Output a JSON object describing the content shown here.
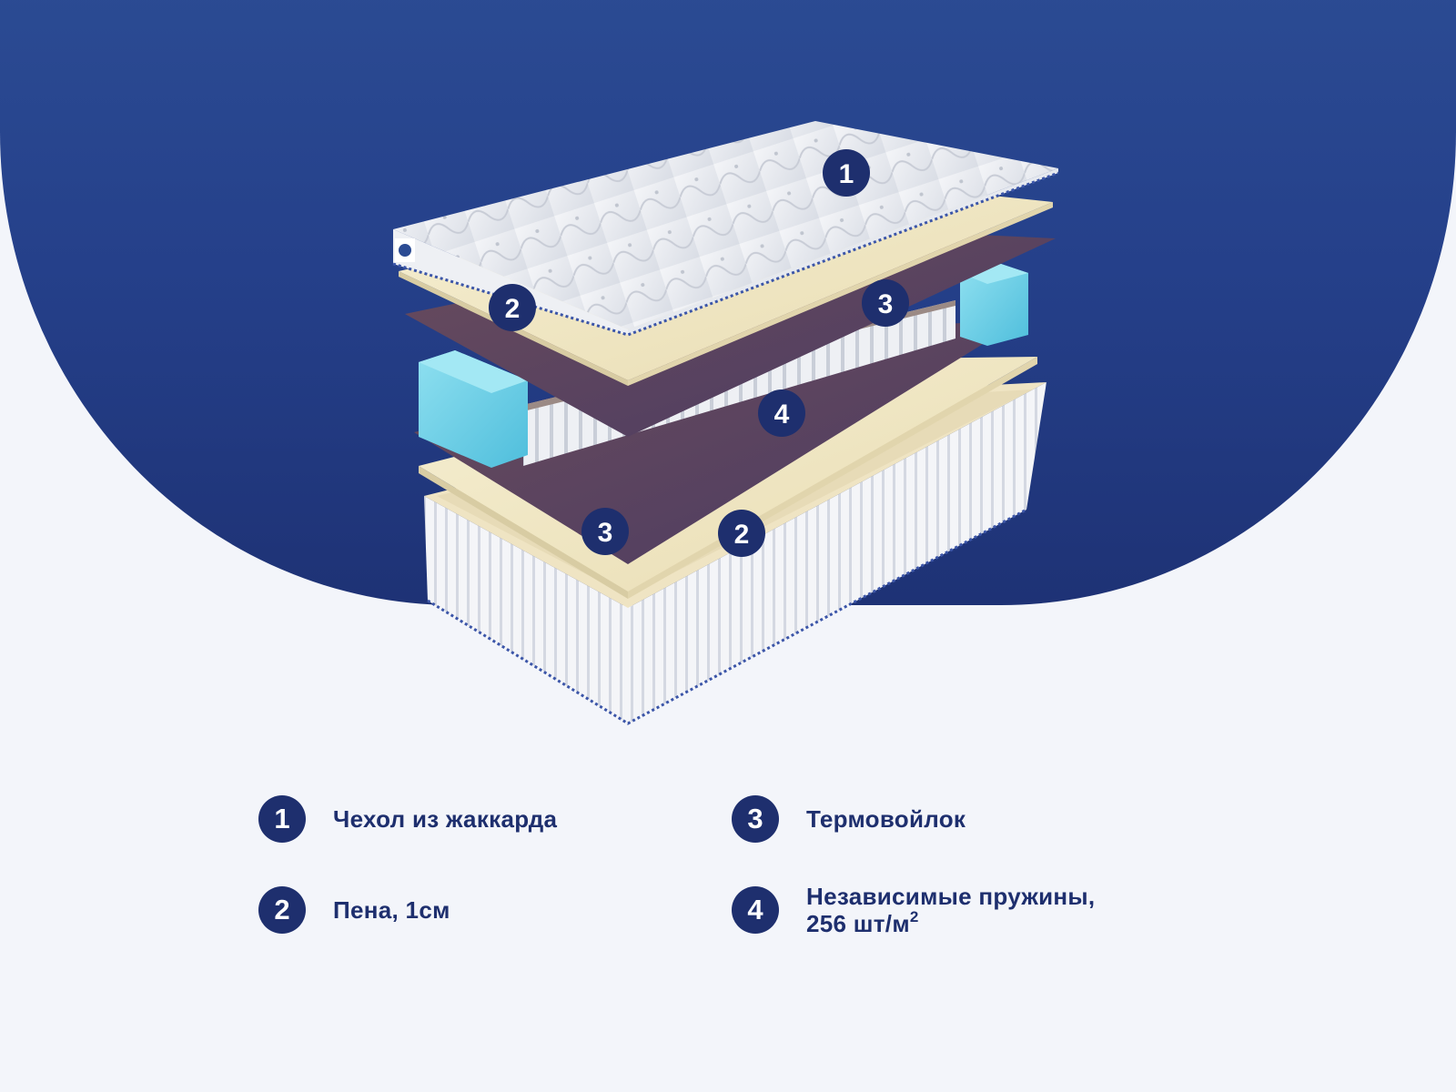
{
  "colors": {
    "hero_background": "#25408a",
    "page_background": "#f3f5fa",
    "badge": "#1e2f6e",
    "badge_text": "#ffffff",
    "legend_text": "#1e2f6e",
    "foam": "#f2e9c6",
    "felt": "#5a4360",
    "gel_foam": "#6fd0e6",
    "cover": "#e9ecf1"
  },
  "illustration": {
    "title": "Mattress layers exploded view",
    "callouts": [
      {
        "number": "1",
        "layer": "cover"
      },
      {
        "number": "2",
        "layer": "foam-top"
      },
      {
        "number": "3",
        "layer": "felt-top"
      },
      {
        "number": "4",
        "layer": "springs"
      },
      {
        "number": "3",
        "layer": "felt-bottom"
      },
      {
        "number": "2",
        "layer": "foam-bottom"
      }
    ]
  },
  "legend": {
    "items": [
      {
        "number": "1",
        "label": "Чехол из жаккарда"
      },
      {
        "number": "3",
        "label": "Термовойлок"
      },
      {
        "number": "2",
        "label": "Пена, 1см"
      },
      {
        "number": "4",
        "label": "Независимые пружины,",
        "label_line2": "256 шт/м",
        "superscript": "2"
      }
    ]
  }
}
